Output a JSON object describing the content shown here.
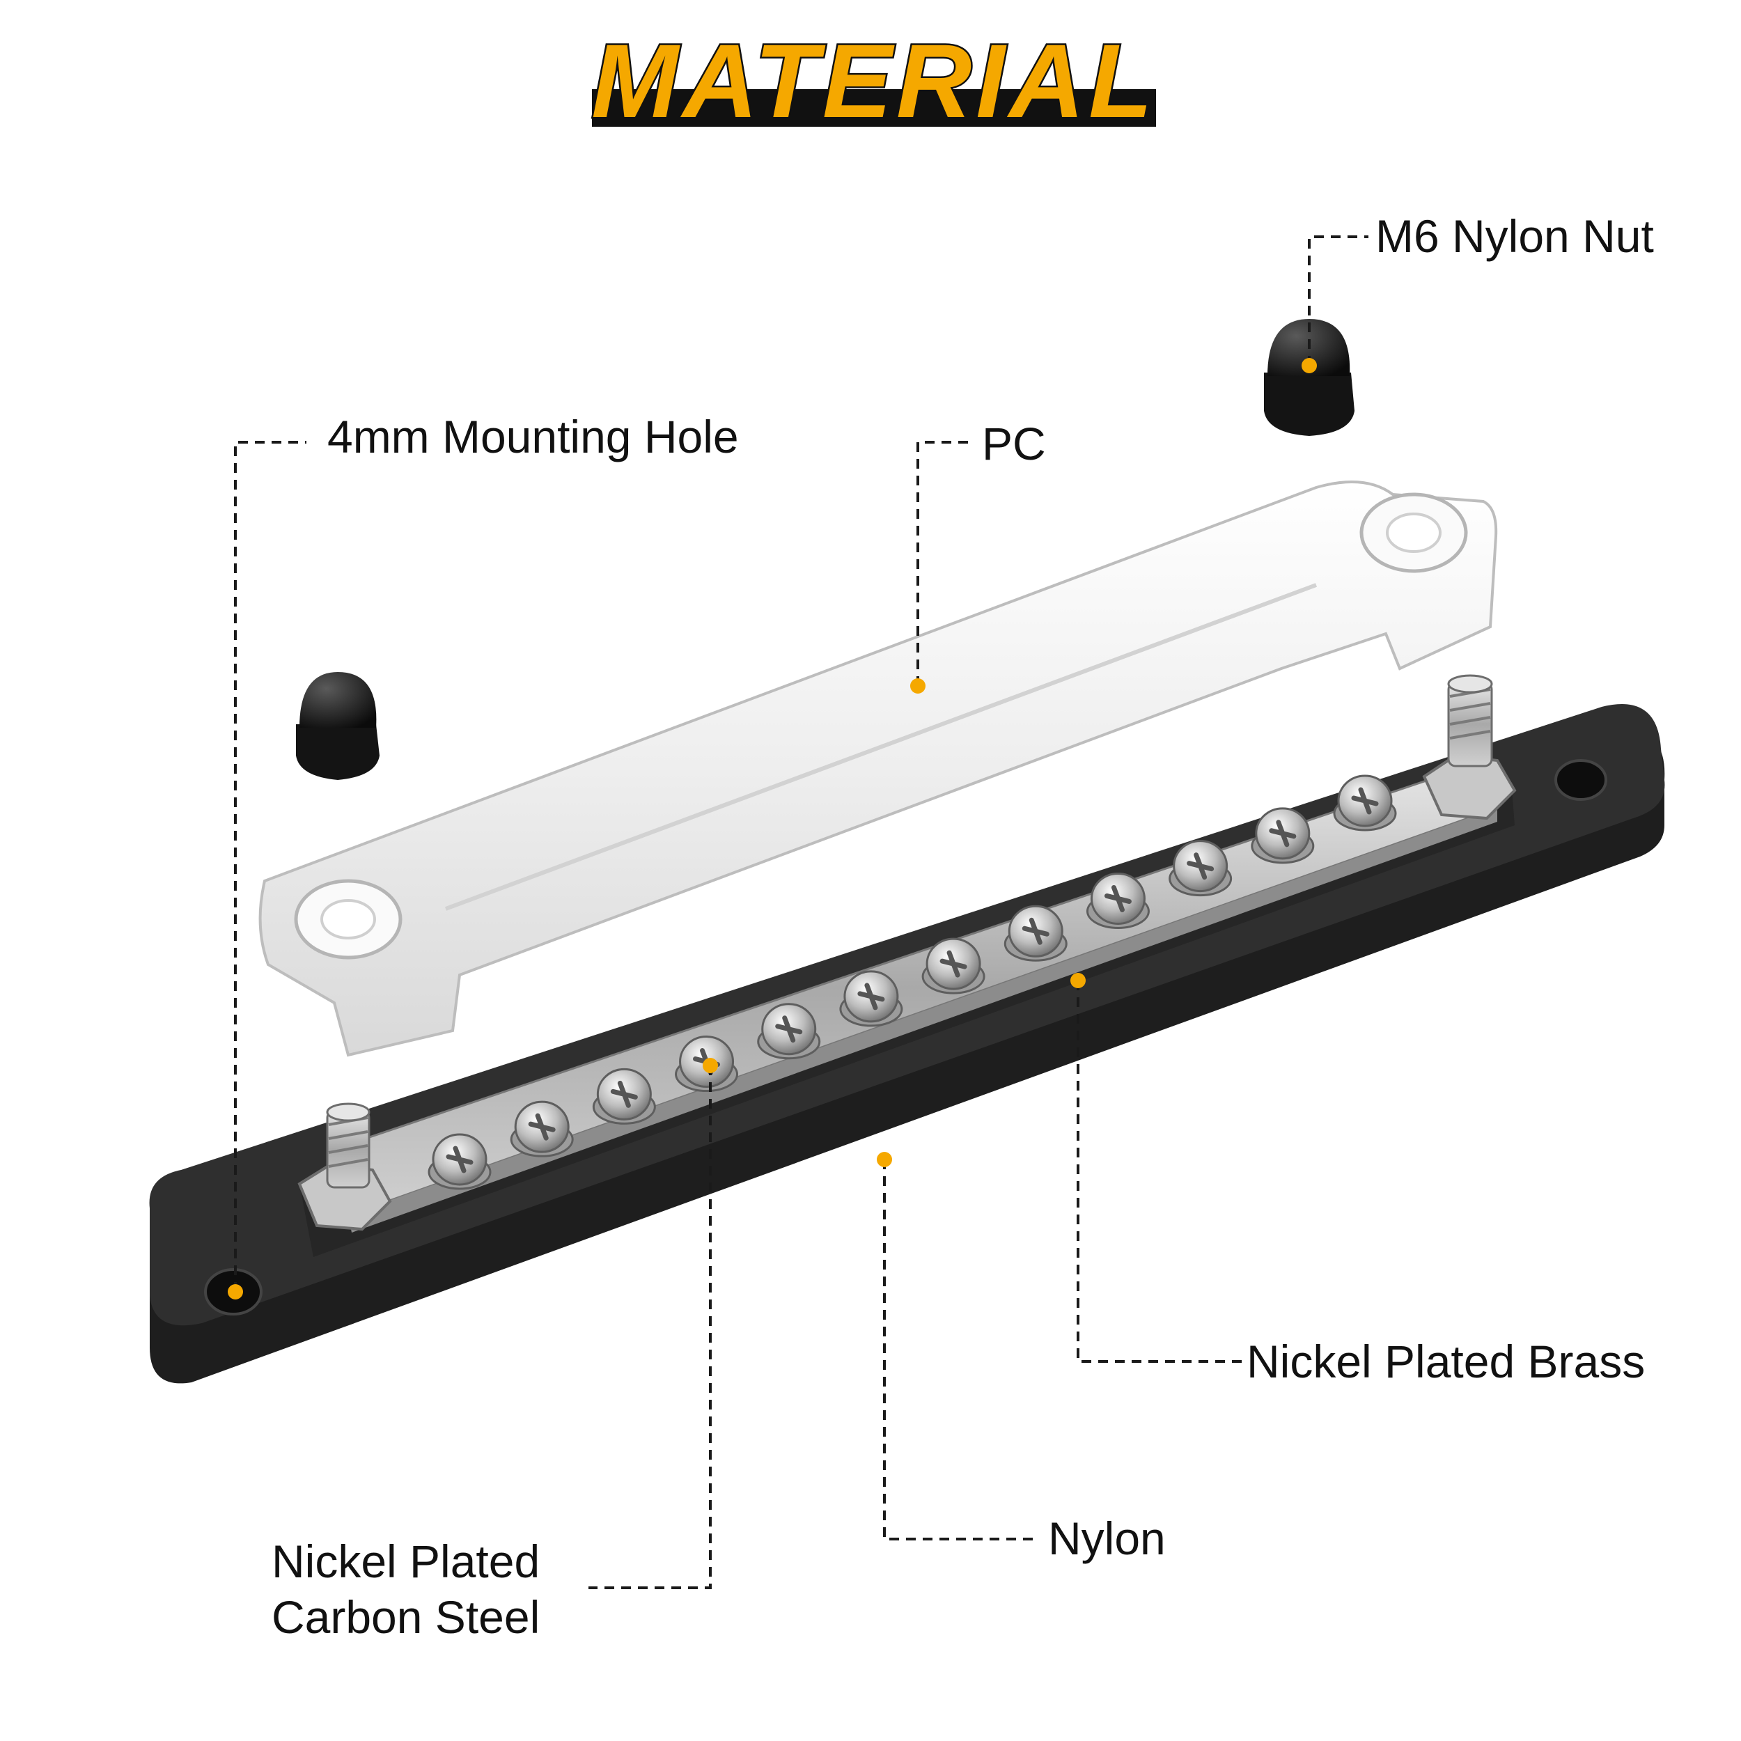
{
  "title": "MATERIAL",
  "labels": {
    "nut": "M6 Nylon Nut",
    "mounting_hole": "4mm Mounting Hole",
    "cover": "PC",
    "stud_bar": "Nickel Plated Brass",
    "base": "Nylon",
    "screws_line1": "Nickel Plated",
    "screws_line2": "Carbon Steel"
  },
  "colors": {
    "accent": "#F5A800",
    "title_bar": "#111111",
    "base": "#2b2b2b",
    "cover": "#f2f2f2",
    "metal": "#b9b9b9",
    "marker": "#F5A800"
  },
  "terminal_screw_count": 12
}
